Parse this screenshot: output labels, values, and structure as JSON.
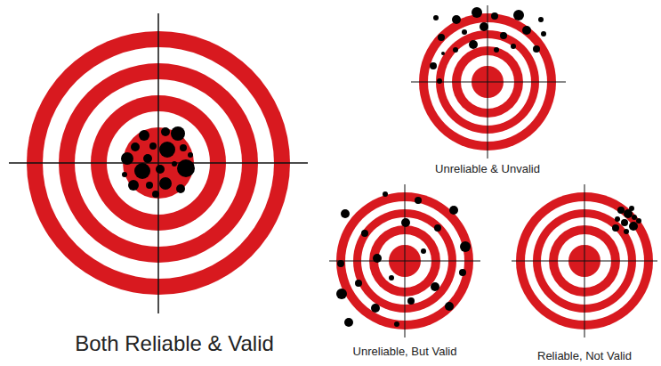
{
  "diagram": {
    "labels": [
      "Both Reliable & Valid",
      "Unreliable & Unvalid",
      "Unreliable, But Valid",
      "Reliable, Not Valid"
    ]
  }
}
